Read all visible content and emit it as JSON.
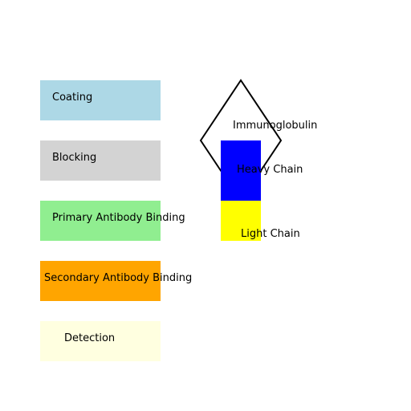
{
  "steps": [
    {
      "label": "Coating",
      "color": "#add8e6"
    },
    {
      "label": "Blocking",
      "color": "#d3d3d3"
    },
    {
      "label": "Primary Antibody Binding",
      "color": "#90ee90"
    },
    {
      "label": "Secondary Antibody Binding",
      "color": "#ffa500"
    },
    {
      "label": "Detection",
      "color": "#ffffe0"
    }
  ],
  "antibody": {
    "label": "Immunoglobulin",
    "outline_color": "#000000",
    "heavy_chain": {
      "label": "Heavy Chain",
      "color": "#0000ff"
    },
    "light_chain": {
      "label": "Light Chain",
      "color": "#ffff00"
    }
  }
}
